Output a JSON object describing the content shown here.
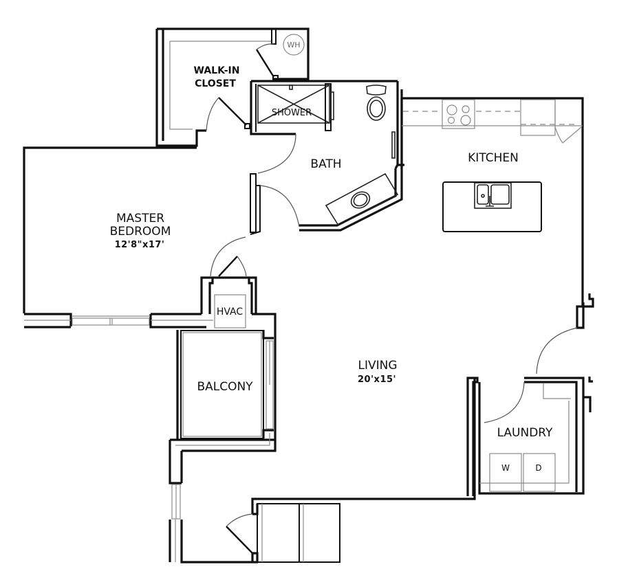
{
  "plan": {
    "rooms": {
      "walk_in_closet": {
        "line1": "WALK-IN",
        "line2": "CLOSET"
      },
      "water_heater": {
        "label": "WH"
      },
      "shower": {
        "label": "SHOWER"
      },
      "bath": {
        "label": "BATH"
      },
      "kitchen": {
        "label": "KITCHEN"
      },
      "master_bedroom": {
        "line1": "MASTER",
        "line2": "BEDROOM",
        "dimensions": "12'8\"x17'"
      },
      "hvac": {
        "label": "HVAC"
      },
      "balcony": {
        "label": "BALCONY"
      },
      "living": {
        "label": "LIVING",
        "dimensions": "20'x15'"
      },
      "laundry": {
        "label": "LAUNDRY"
      },
      "washer": {
        "label": "W"
      },
      "dryer": {
        "label": "D"
      }
    },
    "colors": {
      "wall": "#111111",
      "fixture_line": "#8a8a8a",
      "background": "#ffffff"
    }
  }
}
